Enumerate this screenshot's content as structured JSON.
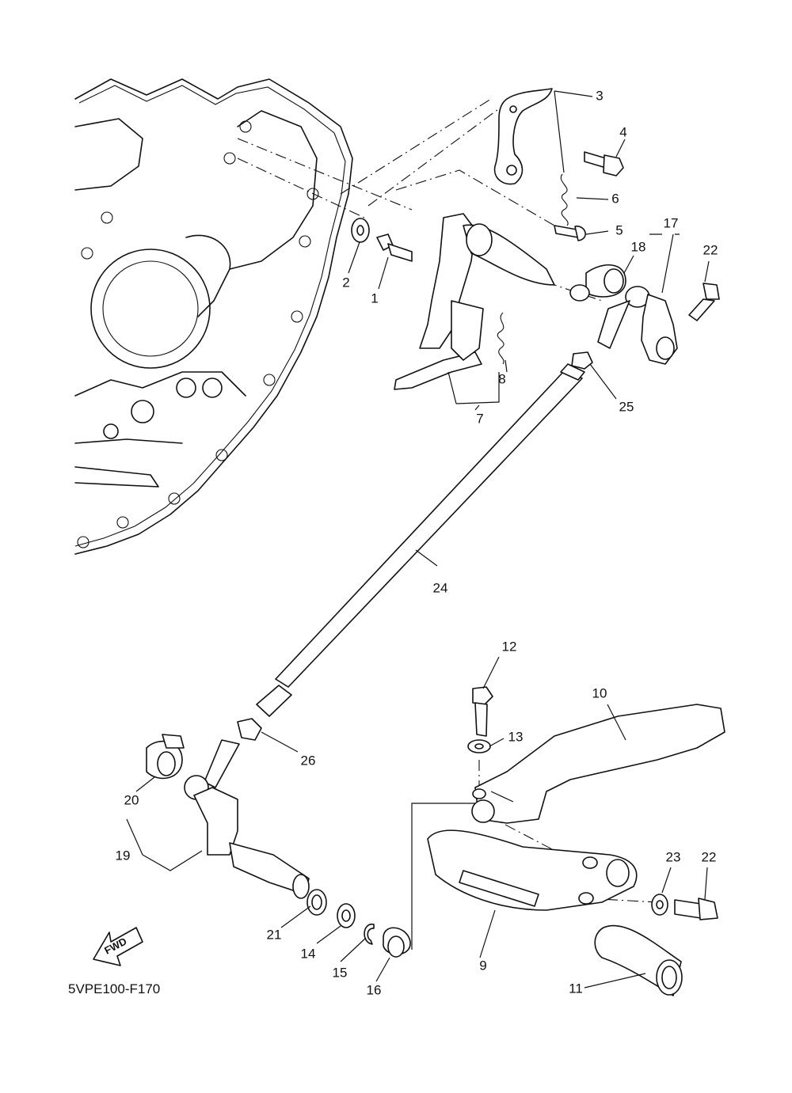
{
  "diagram_code": "5VPE100-F170",
  "direction_label": "FWD",
  "callouts": {
    "c1": "1",
    "c2": "2",
    "c3": "3",
    "c4": "4",
    "c5": "5",
    "c6": "6",
    "c7": "7",
    "c8": "8",
    "c9": "9",
    "c10": "10",
    "c11": "11",
    "c12": "12",
    "c13": "13",
    "c14": "14",
    "c15": "15",
    "c16": "16",
    "c17": "17",
    "c18": "18",
    "c19": "19",
    "c20": "20",
    "c21": "21",
    "c22a": "22",
    "c22b": "22",
    "c23": "23",
    "c24": "24",
    "c25": "25",
    "c26": "26"
  }
}
